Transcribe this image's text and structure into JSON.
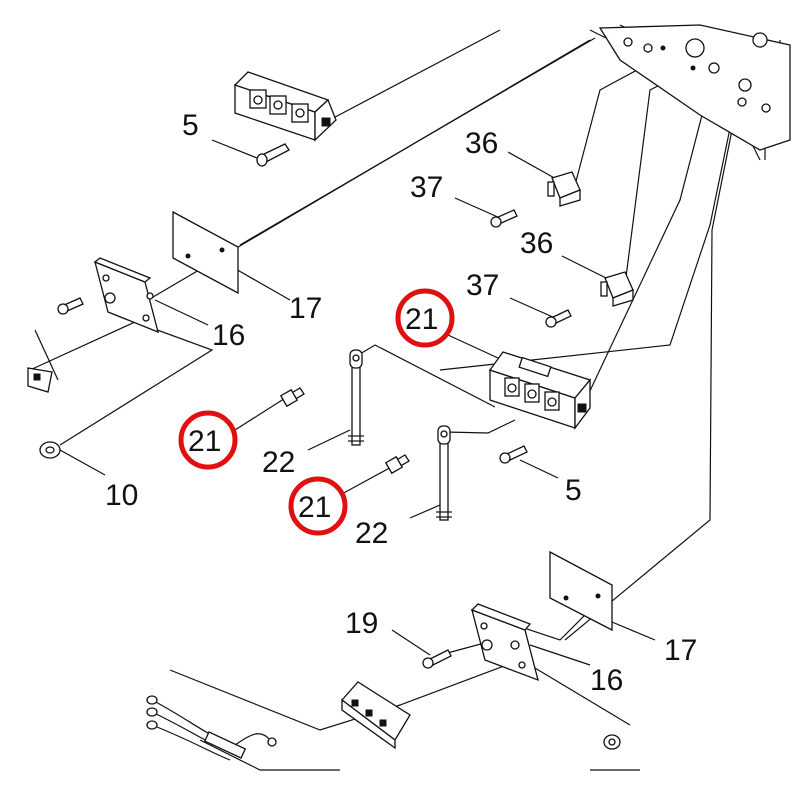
{
  "callouts": {
    "c5_top": "5",
    "c36_a": "36",
    "c37_a": "37",
    "c36_b": "36",
    "c37_b": "37",
    "c17_top": "17",
    "c16_top": "16",
    "c21_module": "21",
    "c21_left": "21",
    "c22_left": "22",
    "c21_lower": "21",
    "c22_lower": "22",
    "c10": "10",
    "c5_mid": "5",
    "c19": "19",
    "c17_bottom": "17",
    "c16_bottom": "16"
  },
  "highlight": {
    "color": "#e01010",
    "highlighted_part": "21"
  }
}
